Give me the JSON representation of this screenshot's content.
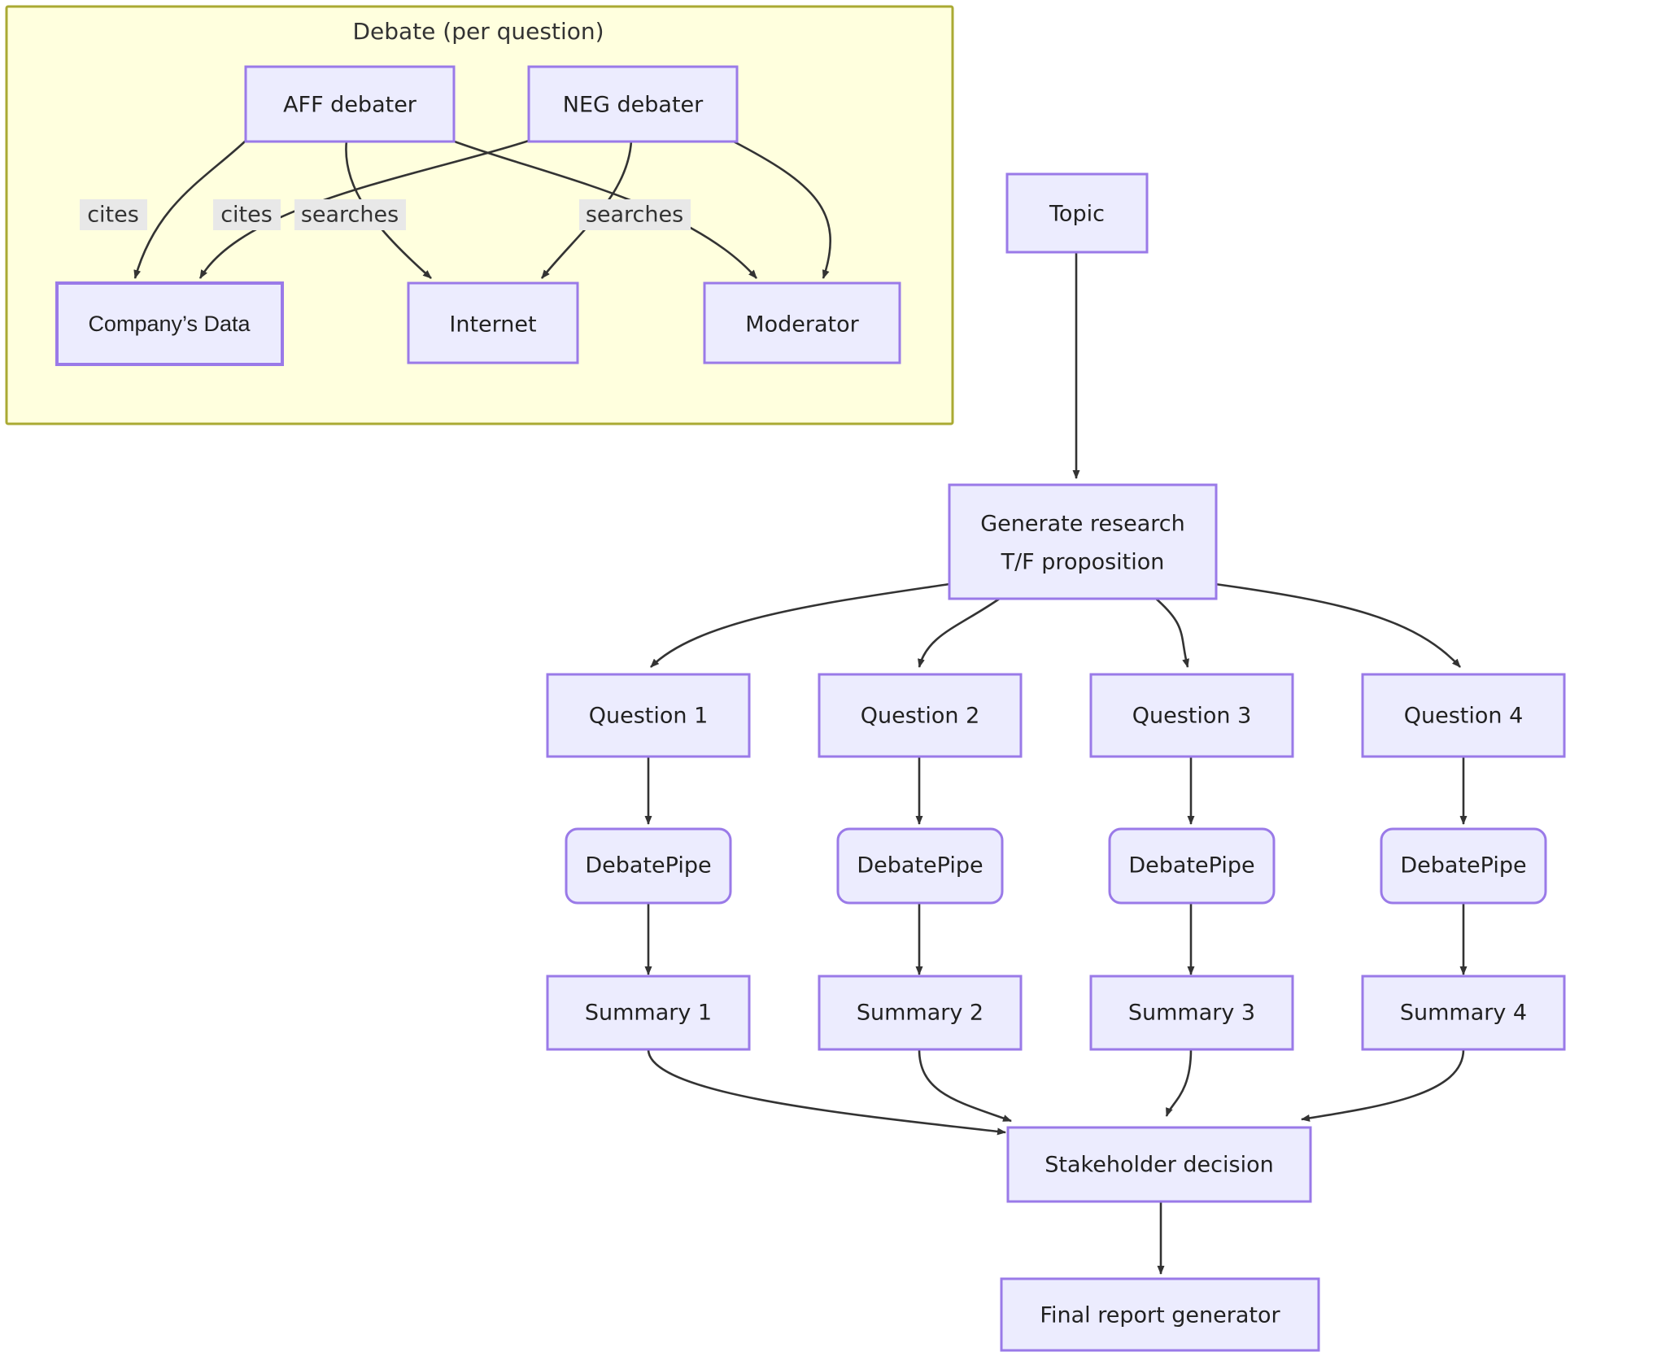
{
  "diagram": {
    "type": "flowchart",
    "title": "",
    "colors": {
      "node_fill": "#ececfe",
      "node_stroke": "#9a7ae8",
      "subgraph_fill": "#ffffde",
      "subgraph_stroke": "#aaaa33",
      "edge_stroke": "#333333",
      "edge_label_bg": "#e8e8e8",
      "text": "#212121",
      "canvas": "#ffffff"
    },
    "subgraph": {
      "title": "Debate (per question)",
      "nodes": [
        {
          "id": "aff",
          "label": "AFF debater"
        },
        {
          "id": "neg",
          "label": "NEG debater"
        },
        {
          "id": "company",
          "label": "Company’s Data"
        },
        {
          "id": "internet",
          "label": "Internet"
        },
        {
          "id": "moderator",
          "label": "Moderator"
        }
      ],
      "edges": [
        {
          "from": "aff",
          "to": "company",
          "label": "cites"
        },
        {
          "from": "neg",
          "to": "company",
          "label": "cites"
        },
        {
          "from": "aff",
          "to": "internet",
          "label": "searches"
        },
        {
          "from": "neg",
          "to": "internet",
          "label": "searches"
        },
        {
          "from": "aff",
          "to": "moderator",
          "label": ""
        },
        {
          "from": "neg",
          "to": "moderator",
          "label": ""
        }
      ]
    },
    "main": {
      "nodes": [
        {
          "id": "topic",
          "label": "Topic"
        },
        {
          "id": "generate",
          "label": "Generate research\nT/F proposition",
          "line1": "Generate research",
          "line2": "T/F proposition"
        },
        {
          "id": "q1",
          "label": "Question 1"
        },
        {
          "id": "q2",
          "label": "Question 2"
        },
        {
          "id": "q3",
          "label": "Question 3"
        },
        {
          "id": "q4",
          "label": "Question 4"
        },
        {
          "id": "dp1",
          "label": "DebatePipe"
        },
        {
          "id": "dp2",
          "label": "DebatePipe"
        },
        {
          "id": "dp3",
          "label": "DebatePipe"
        },
        {
          "id": "dp4",
          "label": "DebatePipe"
        },
        {
          "id": "s1",
          "label": "Summary 1"
        },
        {
          "id": "s2",
          "label": "Summary 2"
        },
        {
          "id": "s3",
          "label": "Summary 3"
        },
        {
          "id": "s4",
          "label": "Summary 4"
        },
        {
          "id": "stakeholder",
          "label": "Stakeholder decision"
        },
        {
          "id": "final",
          "label": "Final report generator"
        }
      ],
      "edges": [
        {
          "from": "topic",
          "to": "generate",
          "label": ""
        },
        {
          "from": "generate",
          "to": "q1",
          "label": ""
        },
        {
          "from": "generate",
          "to": "q2",
          "label": ""
        },
        {
          "from": "generate",
          "to": "q3",
          "label": ""
        },
        {
          "from": "generate",
          "to": "q4",
          "label": ""
        },
        {
          "from": "q1",
          "to": "dp1",
          "label": ""
        },
        {
          "from": "q2",
          "to": "dp2",
          "label": ""
        },
        {
          "from": "q3",
          "to": "dp3",
          "label": ""
        },
        {
          "from": "q4",
          "to": "dp4",
          "label": ""
        },
        {
          "from": "dp1",
          "to": "s1",
          "label": ""
        },
        {
          "from": "dp2",
          "to": "s2",
          "label": ""
        },
        {
          "from": "dp3",
          "to": "s3",
          "label": ""
        },
        {
          "from": "dp4",
          "to": "s4",
          "label": ""
        },
        {
          "from": "s1",
          "to": "stakeholder",
          "label": ""
        },
        {
          "from": "s2",
          "to": "stakeholder",
          "label": ""
        },
        {
          "from": "s3",
          "to": "stakeholder",
          "label": ""
        },
        {
          "from": "s4",
          "to": "stakeholder",
          "label": ""
        },
        {
          "from": "stakeholder",
          "to": "final",
          "label": ""
        }
      ]
    }
  }
}
